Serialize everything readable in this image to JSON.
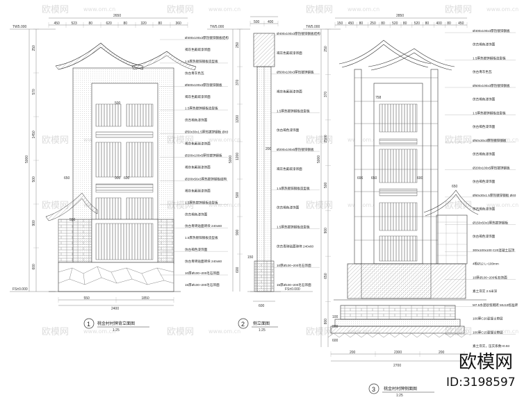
{
  "watermark": {
    "text": "欧模网",
    "site": "www.om.cn"
  },
  "brand": {
    "name": "欧模网",
    "id": "ID:3198597"
  },
  "views": [
    {
      "number": "1",
      "title": "桃金村村牌背立面图",
      "scale": "1:25"
    },
    {
      "number": "2",
      "title": "侧立面图",
      "scale": "1:25"
    },
    {
      "number": "3",
      "title": "桃金村村牌侧面图",
      "scale": "1:25"
    }
  ],
  "view1": {
    "top_total": "2650",
    "top_parts": [
      "450",
      "523",
      "80",
      "620",
      "80",
      "320",
      "80",
      "360"
    ],
    "elev_top": "TW5.000",
    "elev_base": "FS±0.000",
    "left_dims": [
      "250",
      "570",
      "1450",
      "500",
      "900",
      "600"
    ],
    "left_total": "5000",
    "inner_dims": [
      "500",
      "900",
      "650",
      "600",
      "550"
    ],
    "bottom_parts": [
      "550",
      "1850"
    ],
    "bottom_total": "2400",
    "notes": [
      "Ø400x100x3厚热镀锌钢板结构",
      "褐灰色氟碳漆饰面",
      "1.5厚热镀锌钢板造型板",
      "仿古青灰色瓦",
      "Ø500x100x3厚热镀锌钢板",
      "褐灰色氟碳漆饰面",
      "1.5厚热镀锌钢板造型板",
      "仿古褐色漆饰面",
      "Ø50x30x1.5厚热镀锌钢板 Ø40",
      "褐灰色氟碳漆饰面",
      "Ø200x100x5厚热镀锌钢板",
      "褐灰色氟碳漆饰面",
      "Ø200x56x3厚热镀锌钢板结构",
      "褐灰色氟碳漆饰面",
      "1.5厚热镀锌钢板造型板",
      "仿古褐色漆饰面",
      "仿古青砖贴面砖块 240x60",
      "1.5厚热镀锌钢板造型板",
      "仿古褐色漆饰面",
      "仿古青砖贴面砖块 240x60",
      "10厚Ø100~200毛石饰面",
      "15厚Ø100~200毛石饰面"
    ]
  },
  "view2": {
    "top_dims": [
      "500",
      "400"
    ],
    "elev_top": "TW5.000",
    "elev_base": "FS±0.000",
    "left_dims": [
      "250",
      "370",
      "1200",
      "1200",
      "500",
      "900",
      "600"
    ],
    "left_total": "5000",
    "inner_dims": [
      "200",
      "150"
    ],
    "bottom_total": "600",
    "notes": [
      "Ø400x100x3厚热镀锌钢板结构",
      "褐灰色氟碳漆饰面",
      "Ø500x100x3厚热镀锌钢板",
      "褐灰色氟碳漆饰面",
      "1.5厚热镀锌钢板造型板",
      "仿古褐色漆饰面",
      "Ø200x100x5厚热镀锌钢板",
      "褐灰色氟碳漆饰面",
      "1.5厚热镀锌钢板造型板",
      "仿古褐色漆饰面",
      "1.5厚热镀锌钢板造型板",
      "仿古青砖贴面砖块 240x60",
      "10厚Ø100~200毛石饰面",
      "15厚Ø100~200毛石饰面"
    ]
  },
  "view3": {
    "top_total": "2850",
    "top_parts": [
      "150",
      "450",
      "80",
      "250",
      "80",
      "520",
      "80",
      "520",
      "80",
      "400",
      "80",
      "450"
    ],
    "elev_top": "TW5.000",
    "left_dims": [
      "250",
      "370",
      "2500",
      "500",
      "900",
      "650",
      "800"
    ],
    "left_total": "5000",
    "inner_dims": [
      "758",
      "650",
      "696",
      "600"
    ],
    "right_dim": "650",
    "bottom_parts": [
      "200",
      "2300",
      "200"
    ],
    "bottom_total": "2700",
    "foundation_dims": [
      "100",
      "800",
      "600"
    ],
    "notes": [
      "Ø400x100x3厚热镀锌钢板",
      "仿古褐色漆饰面",
      "1.5厚热镀锌钢板造型板",
      "仿古青灰色瓦",
      "Ø500x100x3厚热镀锌钢板",
      "仿古褐色漆饰面",
      "1.5厚热镀锌钢板造型板",
      "仿古褐色漆饰面",
      "Ø50x30x3厚热镀锌钢板",
      "仿古褐色漆饰面",
      "Ø200x100x5厚热镀锌钢板",
      "仿古褐色漆饰面",
      "Ø50x30x1.5厚热镀锌钢板 Ø40",
      "仿古褐色漆饰面",
      "Ø150x50x3厚热镀锌钢板",
      "仿古褐色漆饰面",
      "300x100x100 C20混凝土压顶",
      "4根Ø12 L=100mm",
      "10厚Ø100~200毛石饰面",
      "素土夯实 2.5米深",
      "M7.5水泥砂浆砌砖 MU10标准砖",
      "100厚C20混凝土垫层",
      "100厚C15混凝土垫层",
      "素土夯实，压实系数>0.93"
    ]
  }
}
